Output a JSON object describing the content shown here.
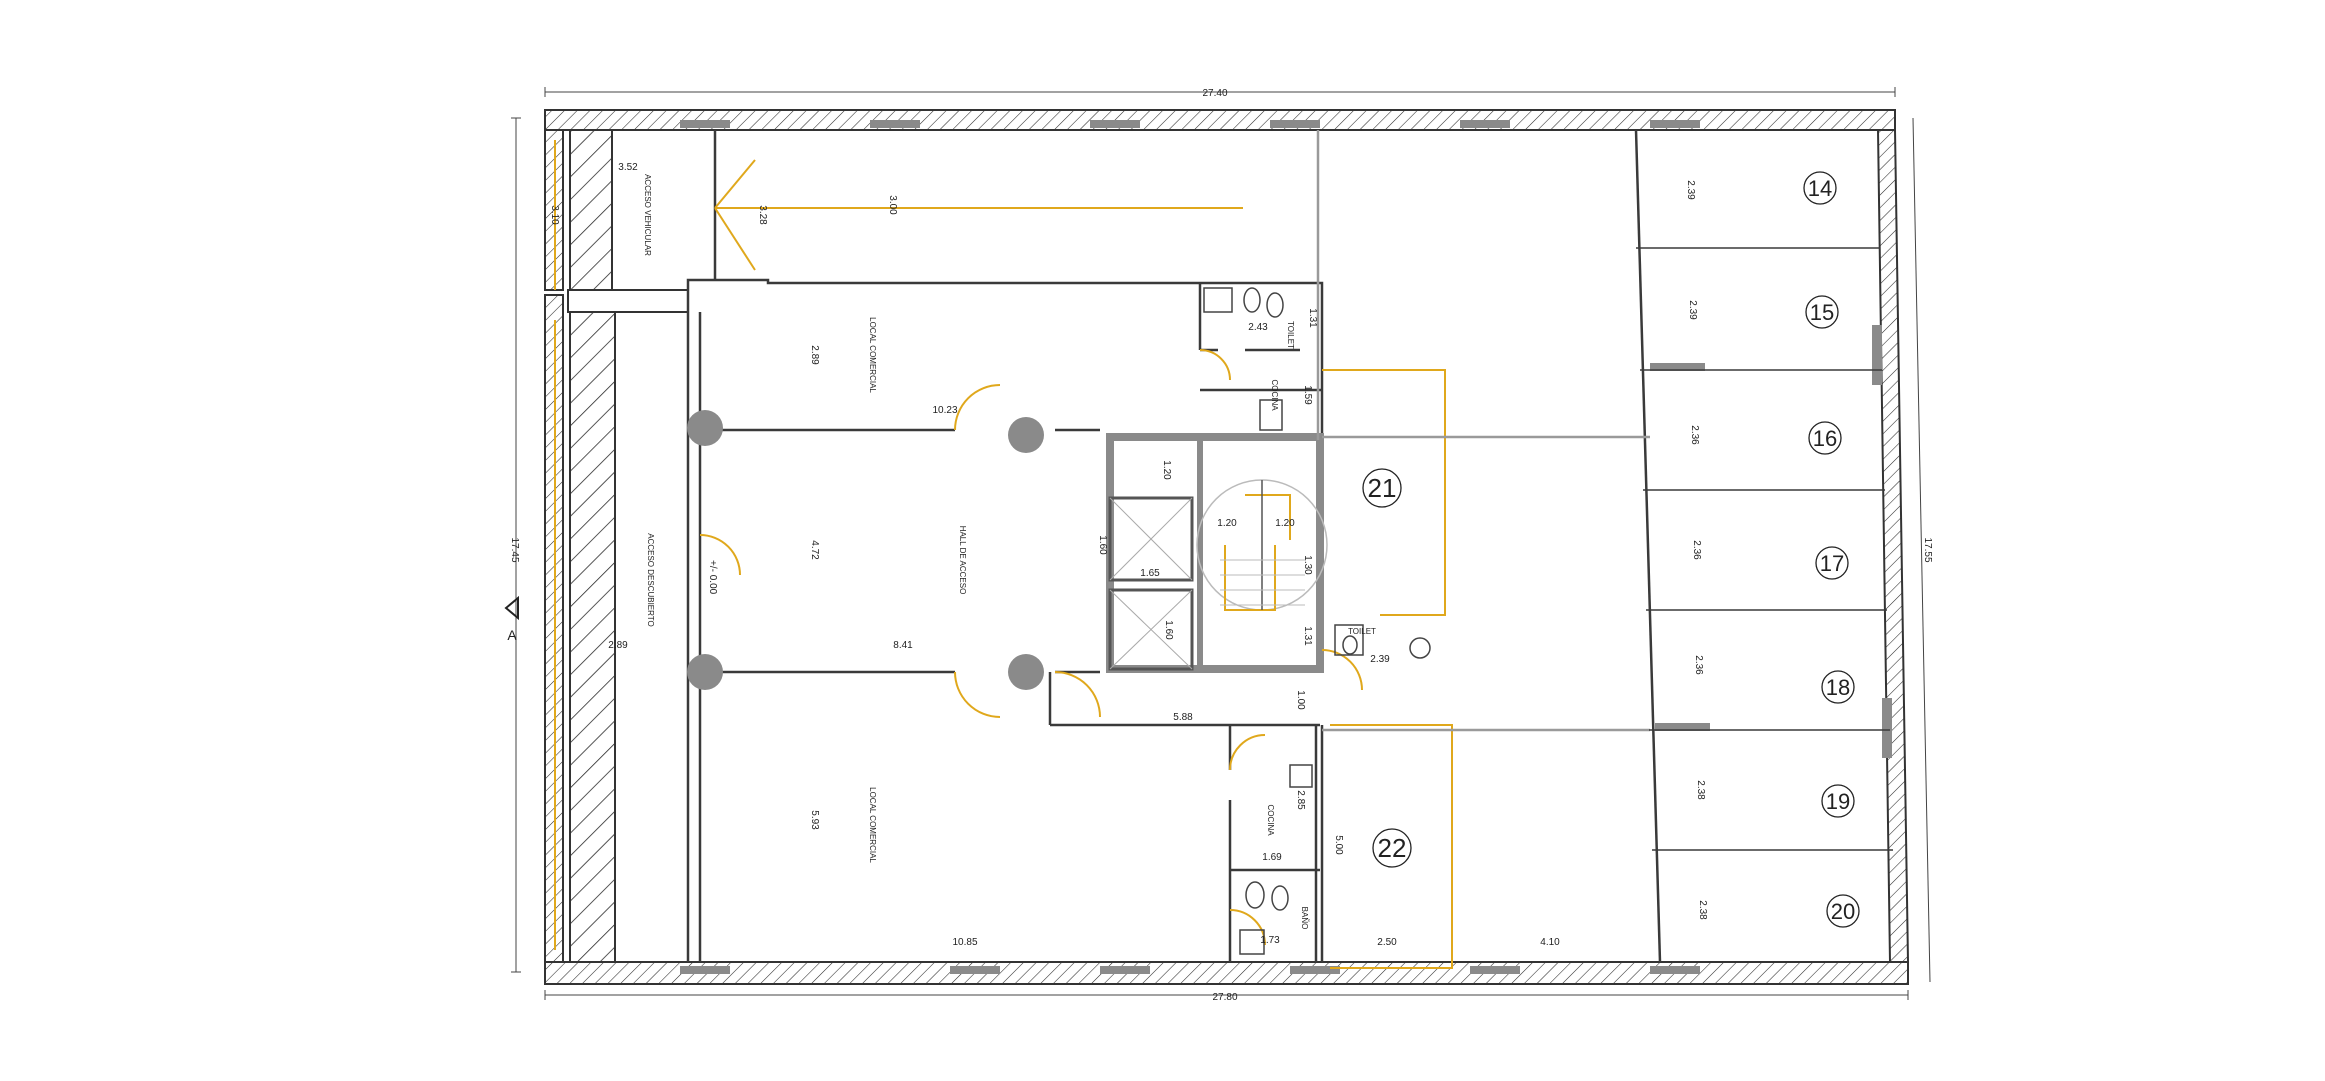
{
  "colors": {
    "wall": "#3a3a3a",
    "wall_fill": "#ffffff",
    "hatch": "#2b2b2b",
    "column": "#8a8a8a",
    "accent": "#e0a81c",
    "dimension": "#444444",
    "thin": "#b5b5b5"
  },
  "dimensions": {
    "top": "27.40",
    "bottom": "27.80",
    "left": "17.45",
    "right": "17.55",
    "d_352": "3.52",
    "d_310": "3.10",
    "d_328": "3.28",
    "d_300": "3.00",
    "d_289a": "2.89",
    "d_1023": "10.23",
    "d_472": "4.72",
    "d_289b": "2.89",
    "d_841": "8.41",
    "d_593": "5.93",
    "d_1085": "10.85",
    "d_243": "2.43",
    "d_131a": "1.31",
    "d_159": "1.59",
    "d_120a": "1.20",
    "d_120b": "1.20",
    "d_120c": "1.20",
    "d_160a": "1.60",
    "d_165": "1.65",
    "d_160b": "1.60",
    "d_130": "1.30",
    "d_131b": "1.31",
    "d_239t": "2.39",
    "d_100": "1.00",
    "d_588": "5.88",
    "d_285": "2.85",
    "d_169": "1.69",
    "d_173": "1.73",
    "d_500": "5.00",
    "d_250": "2.50",
    "d_410": "4.10",
    "d_p14": "2.39",
    "d_p15": "2.39",
    "d_p16": "2.36",
    "d_p17": "2.36",
    "d_p18": "2.36",
    "d_p19": "2.38",
    "d_p20": "2.38"
  },
  "labels": {
    "acceso_vehicular": "ACCESO VEHICULAR",
    "acceso_descubierto": "ACCESO DESCUBIERTO",
    "local_comercial_1": "LOCAL COMERCIAL",
    "local_comercial_2": "LOCAL COMERCIAL",
    "hall_acceso": "HALL DE ACCESO",
    "cocina_1": "COCINA",
    "cocina_2": "COCINA",
    "toilet_1": "TOILET",
    "toilet_2": "TOILET",
    "bano": "BAÑO",
    "section_marker": "A",
    "level": "+/- 0.00"
  },
  "parking_spaces": [
    "14",
    "15",
    "16",
    "17",
    "18",
    "19",
    "20"
  ],
  "units": [
    "21",
    "22"
  ]
}
